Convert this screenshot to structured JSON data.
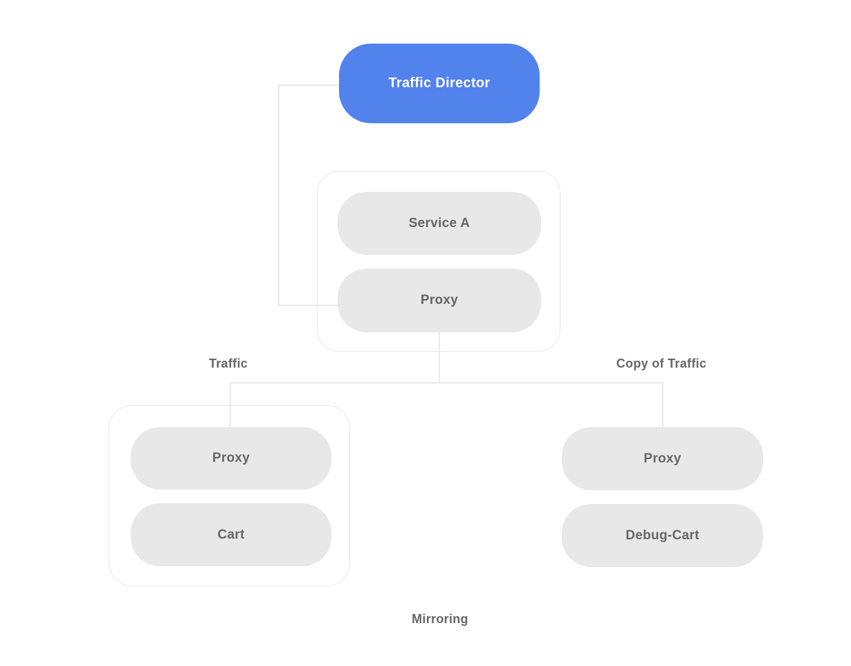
{
  "diagram": {
    "nodes": {
      "traffic_director": {
        "label": "Traffic Director"
      },
      "service_a": {
        "label": "Service A"
      },
      "proxy_main": {
        "label": "Proxy"
      },
      "proxy_left": {
        "label": "Proxy"
      },
      "cart": {
        "label": "Cart"
      },
      "proxy_right": {
        "label": "Proxy"
      },
      "debug_cart": {
        "label": "Debug-Cart"
      }
    },
    "edge_labels": {
      "traffic": "Traffic",
      "copy_of_traffic": "Copy of Traffic",
      "mirroring": "Mirroring"
    },
    "colors": {
      "primary": "#5282EC",
      "node_fill": "#E8E8E8",
      "node_text": "#666666",
      "container_border": "#E7E7E7",
      "connector": "#E3E3E3",
      "background": "#FFFFFF"
    }
  }
}
